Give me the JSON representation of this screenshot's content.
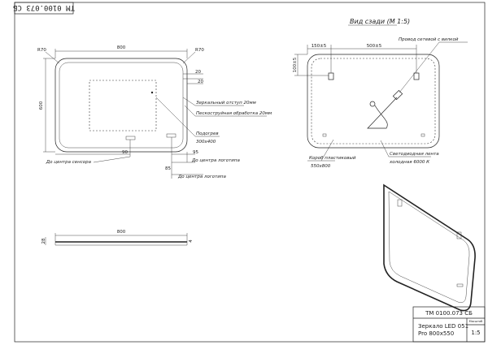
{
  "stamp_top": "ТМ 0100.073 СБ",
  "front": {
    "r_left": "R70",
    "r_right": "R70",
    "width_label": "800",
    "height_label": "600",
    "dim_20a": "20",
    "dim_20b": "20",
    "dim_90": "90",
    "dim_95": "95",
    "dim_85": "85",
    "note_offset": "Зеркальный отступ 20мм",
    "note_sandblast": "Пескоструйная обработка 20мм",
    "note_heater": "Подогрев",
    "note_heater_size": "300х400",
    "note_sensor": "До центра сенсора",
    "note_logo1": "До центра логотипа",
    "note_logo2": "До центра логотипа"
  },
  "back": {
    "title": "Вид сзади (М 1:5)",
    "dim_150": "150±5",
    "dim_500": "500±5",
    "dim_100": "100±5",
    "note_cable": "Провод сетевой с вилкой",
    "note_box": "Короб пластиковый",
    "note_box_size": "550х800",
    "note_led": "Светодиодная лента",
    "note_led_temp": "холодная 6000 К"
  },
  "side": {
    "width_label": "800",
    "depth_label": "28",
    "tail_label": "4"
  },
  "title_block": {
    "code": "ТМ 0100.073 СБ",
    "name_line1": "Зеркало LED 051",
    "name_line2": "Pro 800х550",
    "scale_head": "Масштаб",
    "scale_value": "1:5"
  },
  "colors": {
    "line": "#222222",
    "background": "#ffffff"
  }
}
